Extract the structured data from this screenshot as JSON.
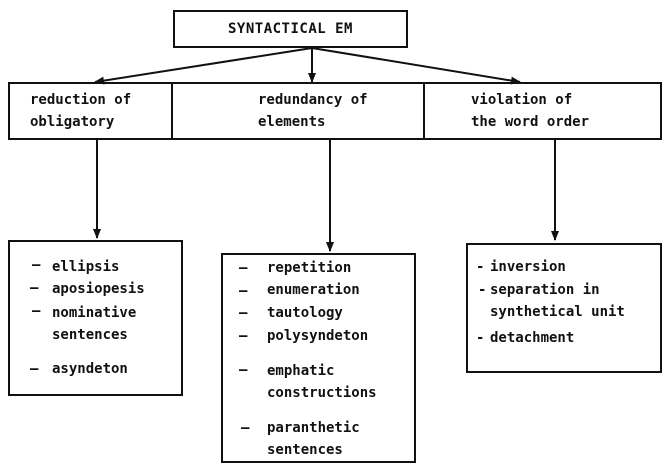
{
  "title": "SYNTACTICAL EM",
  "categories": [
    {
      "label": "reduction of\nobligatory",
      "items": [
        {
          "marker": "–",
          "text": "ellipsis"
        },
        {
          "marker": "–",
          "text": "aposiopesis"
        },
        {
          "marker": "–",
          "text": "nominative\nsentences"
        },
        {
          "marker": "–",
          "text": "asyndeton"
        }
      ]
    },
    {
      "label": "redundancy of\nelements",
      "items": [
        {
          "marker": "–",
          "text": "repetition"
        },
        {
          "marker": "–",
          "text": "enumeration"
        },
        {
          "marker": "–",
          "text": "tautology"
        },
        {
          "marker": "–",
          "text": "polysyndeton"
        },
        {
          "marker": "–",
          "text": "emphatic\nconstructions"
        },
        {
          "marker": "–",
          "text": "paranthetic\nsentences"
        }
      ]
    },
    {
      "label": "violation of\nthe word order",
      "items": [
        {
          "marker": "-",
          "text": "inversion"
        },
        {
          "marker": "-",
          "text": "separation in\nsynthetical unit"
        },
        {
          "marker": "-",
          "text": "detachment"
        }
      ]
    }
  ]
}
